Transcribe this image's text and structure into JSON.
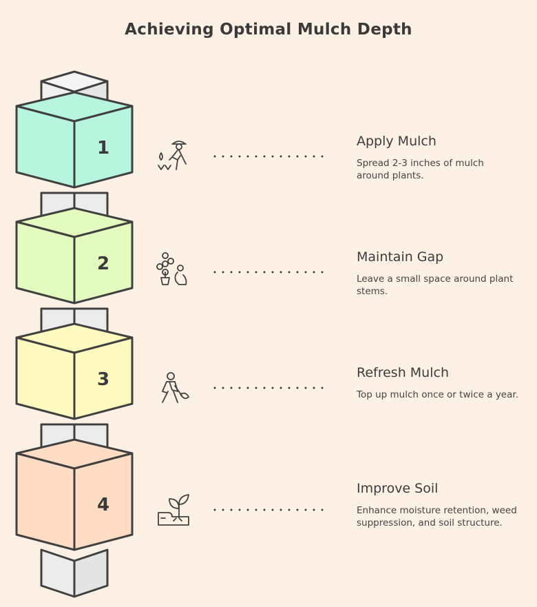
{
  "title": "Achieving Optimal Mulch Depth",
  "colors": {
    "background": "#fdf0e4",
    "outline": "#404040",
    "column": "#e8e8e8",
    "step_fills": [
      "#b8f5df",
      "#e4fbbf",
      "#fffbc0",
      "#ffdcc4"
    ]
  },
  "steps": [
    {
      "number": "1",
      "icon": "gardener-planting-icon",
      "title": "Apply Mulch",
      "description": "Spread 2-3 inches of mulch around plants."
    },
    {
      "number": "2",
      "icon": "potted-flower-person-icon",
      "title": "Maintain Gap",
      "description": "Leave a small space around plant stems."
    },
    {
      "number": "3",
      "icon": "person-shoveling-icon",
      "title": "Refresh Mulch",
      "description": "Top up mulch once or twice a year."
    },
    {
      "number": "4",
      "icon": "sprout-in-soil-icon",
      "title": "Improve Soil",
      "description": "Enhance moisture retention, weed suppression, and soil structure."
    }
  ]
}
